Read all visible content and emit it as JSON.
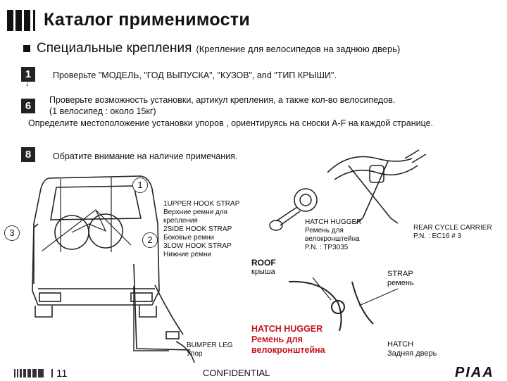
{
  "header": {
    "title": "Каталог применимости",
    "subtitle": "Специальные крепления",
    "subtitle_note": "(Крепление для велосипедов на заднюю дверь)"
  },
  "steps": [
    {
      "number": "1",
      "text": "Проверьте \"МОДЕЛЬ, \"ГОД ВЫПУСКА\", \"КУЗОВ\", and \"ТИП КРЫШИ\"."
    },
    {
      "number": "6",
      "line1": "Проверьте возможность установки, артикул крепления, а также кол-во велосипедов.",
      "line2": "(1 велосипед : около 15кг)",
      "line3": "Определите местоположение установки упоров , ориентируясь на сноски A-F на каждой странице."
    },
    {
      "number": "8",
      "text": "Обратите внимание на наличие примечания."
    }
  ],
  "diagram": {
    "callouts": [
      "1",
      "2",
      "3"
    ],
    "straps": [
      {
        "num": "1",
        "en": "UPPER HOOK STRAP",
        "ru": "Верхние ремни для крепления"
      },
      {
        "num": "2",
        "en": "SIDE HOOK STRAP",
        "ru": "Боковые ремни"
      },
      {
        "num": "3",
        "en": "LOW HOOK STRAP",
        "ru": "Нижние ремни"
      }
    ],
    "hatch_hugger": {
      "en": "HATCH HUGGER",
      "ru": "Ремень для велокронштейна",
      "pn": "P.N. : TP3035"
    },
    "carrier": {
      "en": "REAR CYCLE CARRIER",
      "pn": "P.N. : EC16 # 3"
    },
    "roof": {
      "en": "ROOF",
      "ru": "крыша"
    },
    "strap": {
      "en": "STRAP",
      "ru": "ремень"
    },
    "bumper": {
      "en": "BUMPER LEG",
      "ru": "Упор"
    },
    "hatch_hugger_red": {
      "en": "HATCH HUGGER",
      "ru": "Ремень для велокронштейна"
    },
    "hatch": {
      "en": "HATCH",
      "ru": "Задняя дверь"
    }
  },
  "footer": {
    "page": "11",
    "confidential": "CONFIDENTIAL",
    "logo": "PIAA"
  },
  "colors": {
    "accent_red": "#c8141e",
    "box_dark": "#222222"
  }
}
